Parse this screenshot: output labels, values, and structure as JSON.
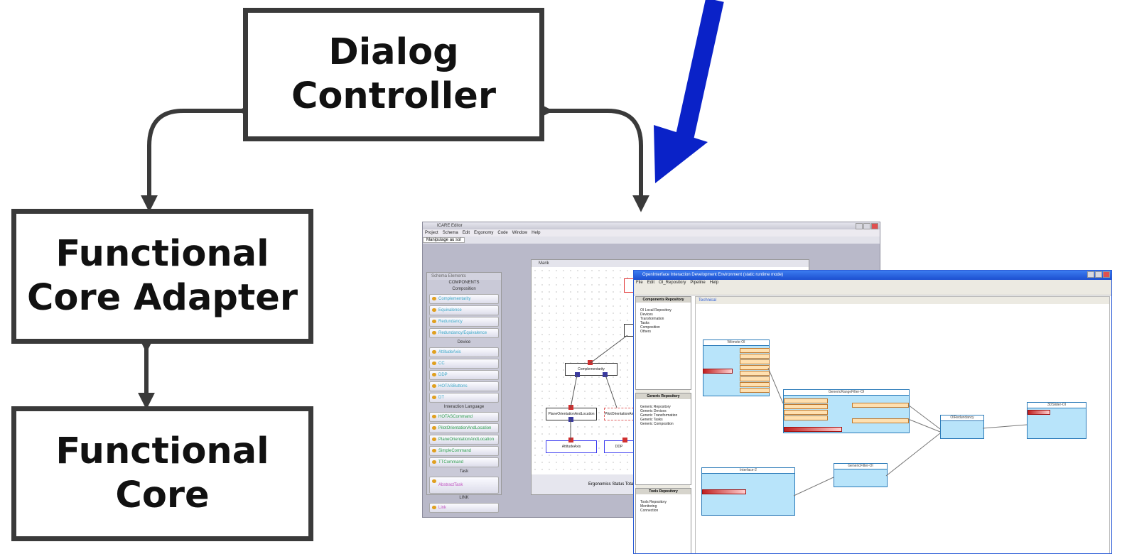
{
  "diagram": {
    "nodes": [
      {
        "id": "dialog-controller",
        "lines": [
          "Dialog",
          "Controller"
        ]
      },
      {
        "id": "functional-core-adapter",
        "lines": [
          "Functional",
          "Core Adapter"
        ]
      },
      {
        "id": "functional-core",
        "lines": [
          "Functional",
          "Core"
        ]
      }
    ],
    "edges": [
      {
        "from": "dialog-controller",
        "to": "functional-core-adapter",
        "bidirectional": true
      },
      {
        "from": "functional-core-adapter",
        "to": "functional-core",
        "bidirectional": true
      },
      {
        "from": "dialog-controller",
        "to": "screenshots",
        "bidirectional": true
      }
    ],
    "colors": {
      "box_border": "#3a3a3a",
      "connector": "#3a3a3a",
      "pointer": "#0a22c8"
    }
  },
  "icare": {
    "title": "ICARE Editor",
    "menu": [
      "Project",
      "Schema",
      "Edit",
      "Ergonomy",
      "Code",
      "Window",
      "Help"
    ],
    "tab": "Manipulage au sol",
    "palette": {
      "title": "Schema Elements",
      "header": "COMPONENTS",
      "groups": [
        {
          "name": "Composition",
          "items": [
            "Complementarity",
            "Equivalence",
            "Redundancy",
            "Redundancy/Equivalence"
          ]
        },
        {
          "name": "Device",
          "items": [
            "AttitudeAxis",
            "CC",
            "DDP",
            "HOTASButtons",
            "DT"
          ]
        },
        {
          "name": "Interaction Language",
          "items": [
            "HOTASCommand",
            "PilotOrientationAndLocation",
            "PlaneOrientationAndLocation",
            "SimpleCommand",
            "TTCommand"
          ]
        },
        {
          "name": "Task",
          "items": [
            "AbstractTask"
          ]
        },
        {
          "name": "LINK",
          "items": [
            "Link"
          ]
        }
      ]
    },
    "canvas": {
      "title": "Marik",
      "nodes": [
        "Complementarity",
        "PlaneOrientationAndLocation",
        "PilotOrientationAnd",
        "AttitudeAxis",
        "DDP"
      ],
      "status": "Ergonomics Status   Total Er"
    }
  },
  "oi": {
    "title": "OpenInterface Interaction Development Environment (static runtime mode)",
    "menu": [
      "File",
      "Edit",
      "OI_Repository",
      "Pipeline",
      "Help"
    ],
    "tab": "Technical",
    "repositories": [
      {
        "title": "Components Repository",
        "lines": [
          "OI Local Repository",
          "Devices",
          "Transformation",
          "Tasks",
          "Composition",
          "Others"
        ]
      },
      {
        "title": "Generic Repository",
        "lines": [
          "Generic Repository",
          "Generic Devices",
          "Generic Transformation",
          "Generic Tasks",
          "Generic Composition"
        ]
      },
      {
        "title": "Tools Repository",
        "lines": [
          "Tools Repository",
          "Monitoring",
          "Connection"
        ]
      }
    ],
    "components": [
      "Wiimote-OI",
      "GenericRangeFilter-OI",
      "OIRedundancy",
      "3DSlider-OI",
      "Interface-2",
      "GenericFilter-OI"
    ]
  }
}
